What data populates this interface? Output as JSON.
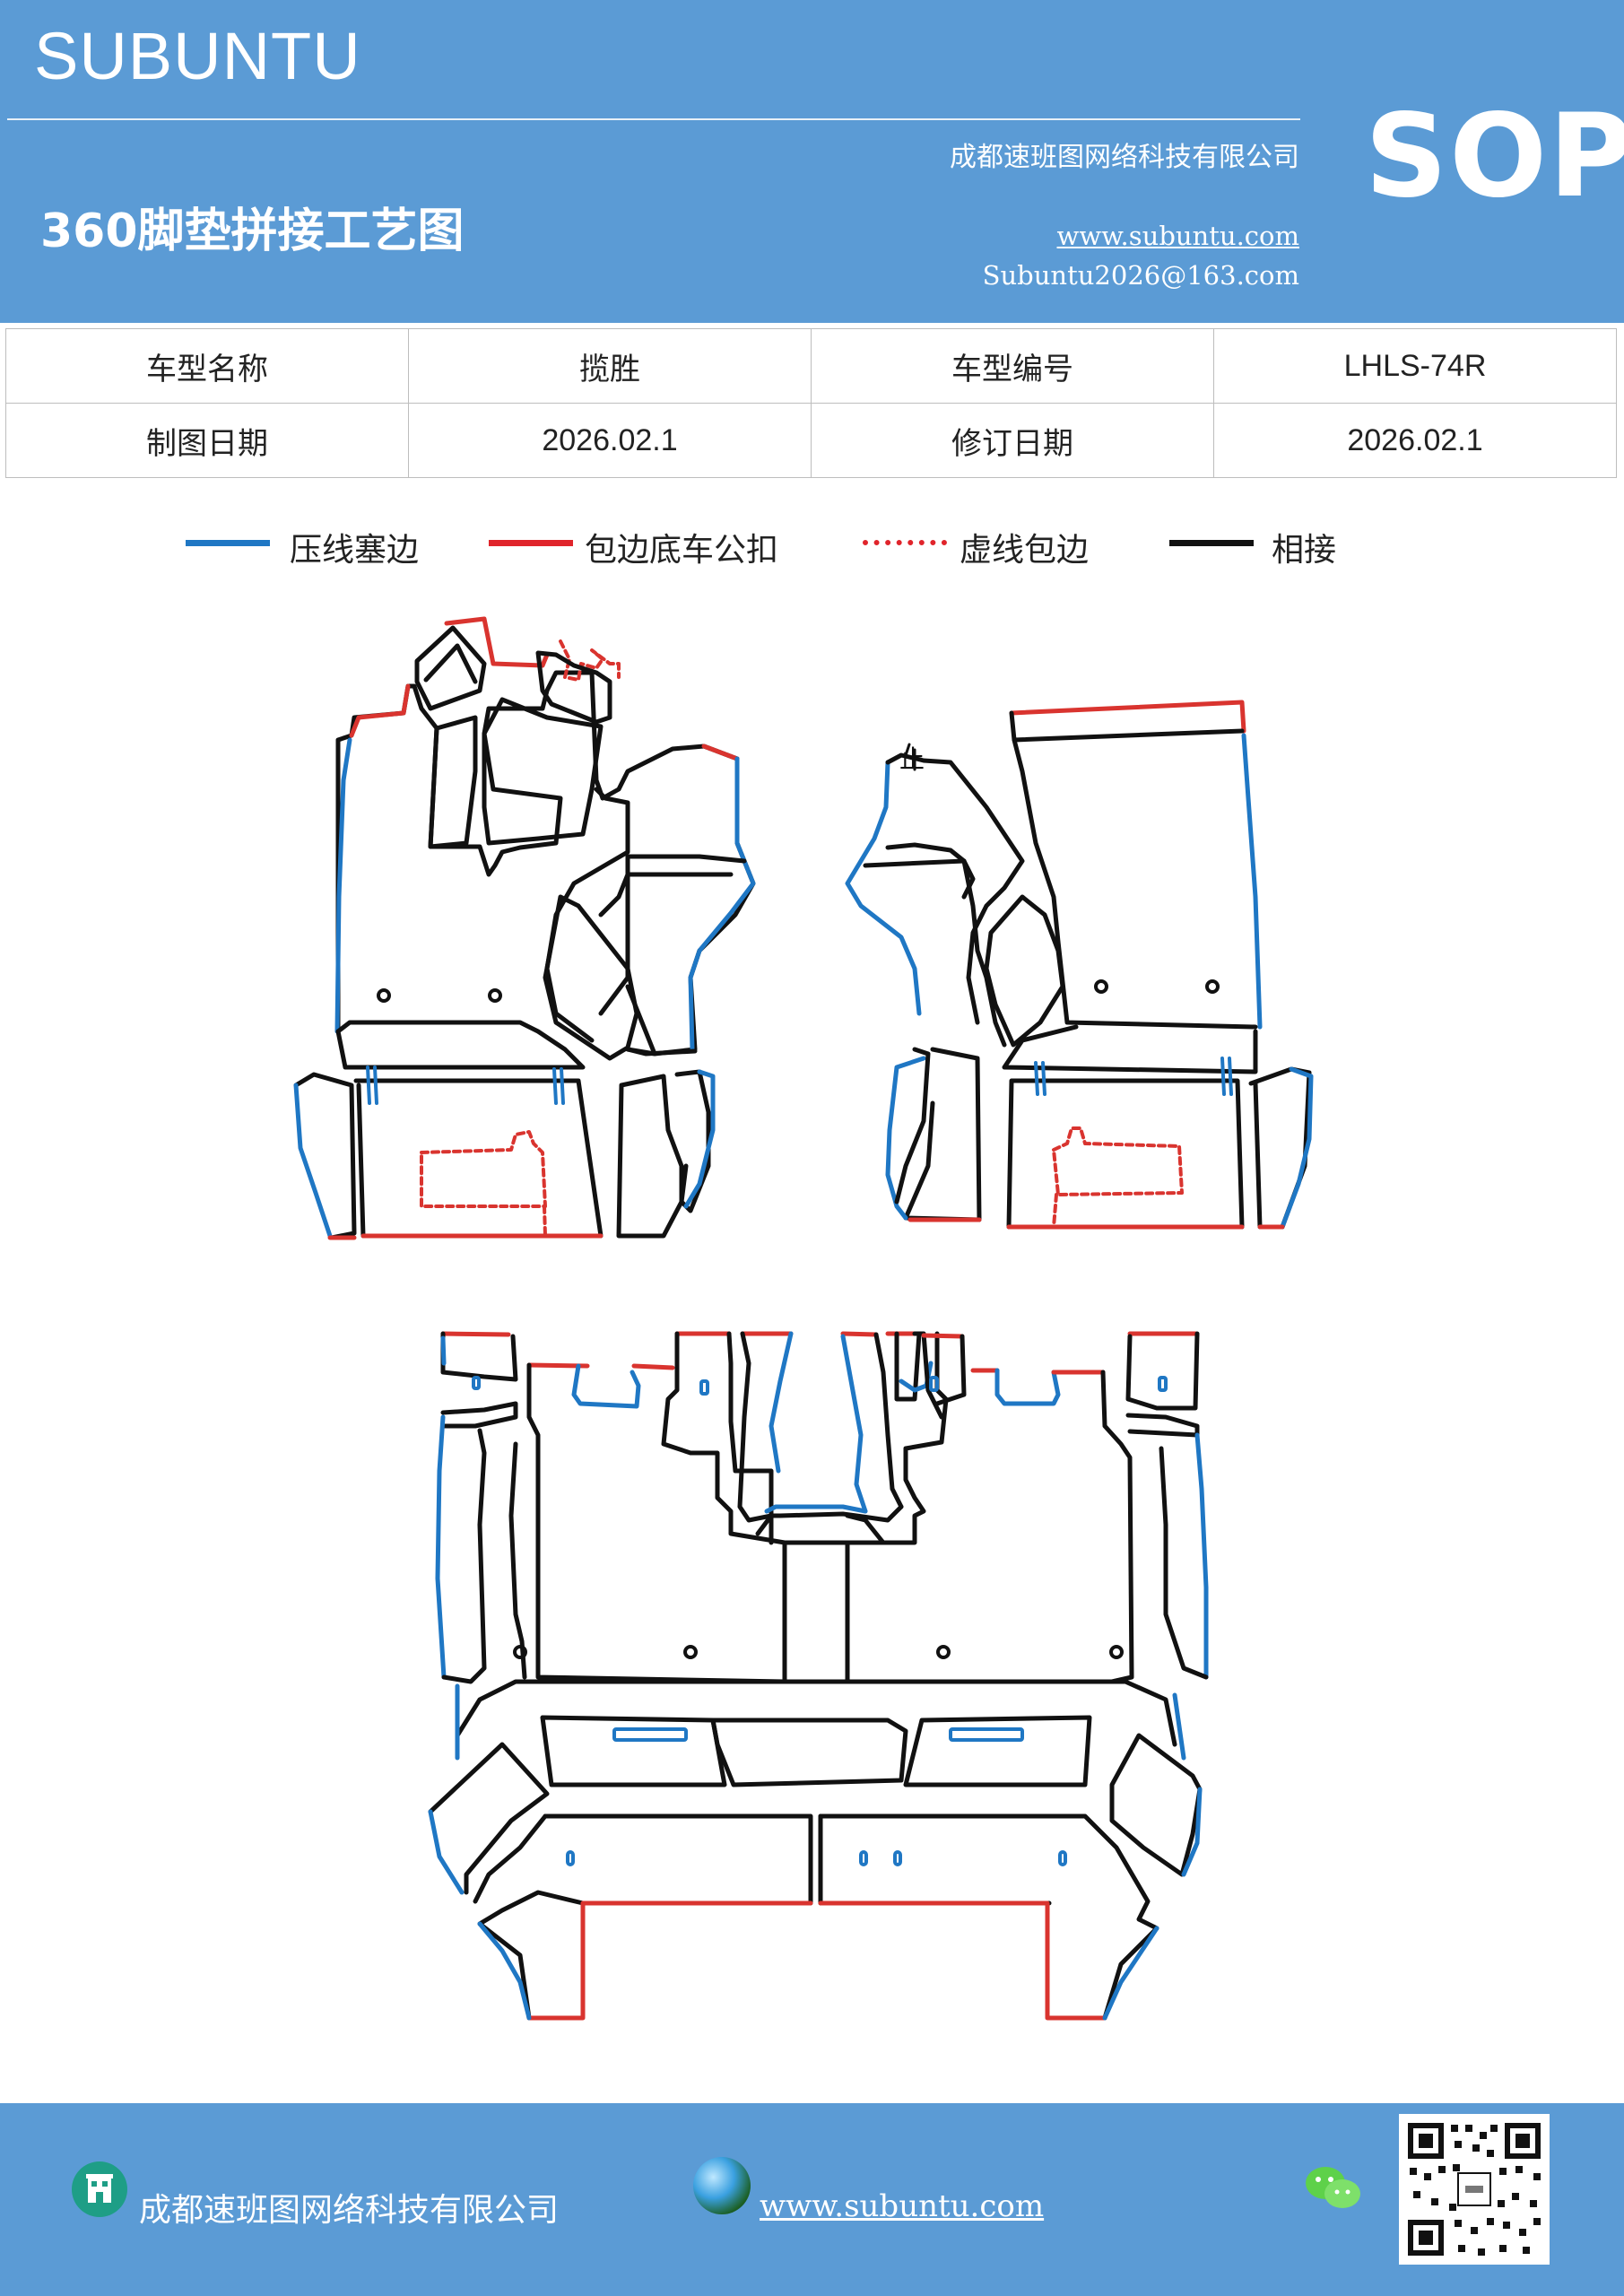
{
  "header": {
    "brand": "SUBUNTU",
    "company": "成都速班图网络科技有限公司",
    "title": "360脚垫拼接工艺图",
    "website": "www.subuntu.com",
    "email": "Subuntu2026@163.com",
    "badge": "SOP"
  },
  "info_table": {
    "rows": [
      {
        "label1": "车型名称",
        "value1": "揽胜",
        "label2": "车型编号",
        "value2": "LHLS-74R"
      },
      {
        "label1": "制图日期",
        "value1": "2026.02.1",
        "label2": "修订日期",
        "value2": "2026.02.1"
      }
    ]
  },
  "legend": [
    {
      "label": "压线塞边",
      "color": "#1f77c4",
      "style": "solid"
    },
    {
      "label": "包边底车公扣",
      "color": "#e0242b",
      "style": "solid"
    },
    {
      "label": "虚线包边",
      "color": "#e0242b",
      "style": "dotted"
    },
    {
      "label": "相接",
      "color": "#111111",
      "style": "solid"
    }
  ],
  "diagram": {
    "colors": {
      "blue": "#1f77c4",
      "red": "#d9342f",
      "black": "#111111"
    },
    "front_mark": "止"
  },
  "footer": {
    "company": "成都速班图网络科技有限公司",
    "website": "www.subuntu.com",
    "icons": [
      "building-icon",
      "globe-icon",
      "wechat-icon",
      "qr-code"
    ]
  }
}
